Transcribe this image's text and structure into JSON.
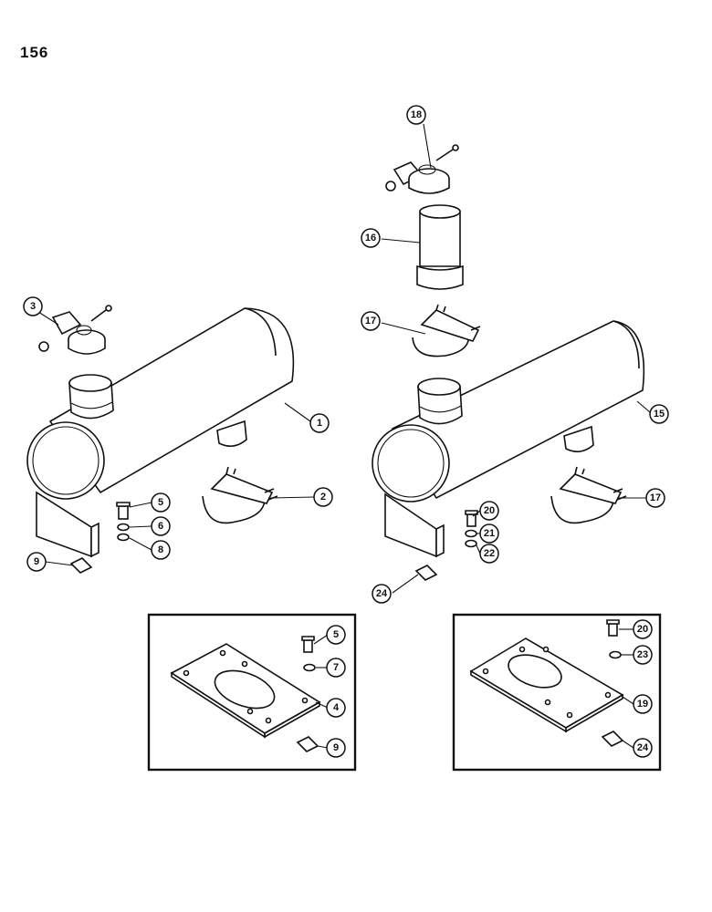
{
  "page_number": "156",
  "callouts": {
    "c1": "1",
    "c2": "2",
    "c3": "3",
    "c4": "4",
    "c5a": "5",
    "c5b": "5",
    "c6": "6",
    "c7": "7",
    "c8": "8",
    "c9a": "9",
    "c9b": "9",
    "c15": "15",
    "c16": "16",
    "c17a": "17",
    "c17b": "17",
    "c18": "18",
    "c19": "19",
    "c20a": "20",
    "c20b": "20",
    "c21": "21",
    "c22": "22",
    "c23": "23",
    "c24a": "24",
    "c24b": "24"
  }
}
